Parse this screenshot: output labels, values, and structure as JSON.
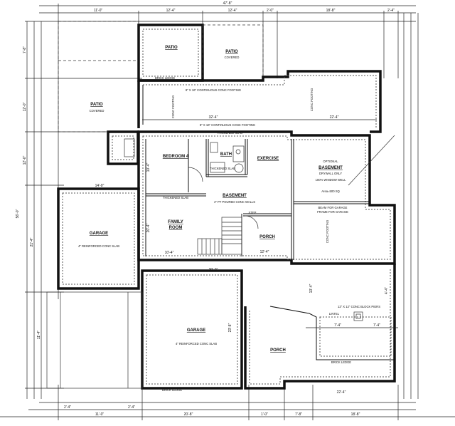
{
  "rooms": {
    "patio_top": "PATIO",
    "patio_top2": "PATIO",
    "patio_top2_sub": "COVERED",
    "patio_left": "PATIO",
    "patio_left_sub": "COVERED",
    "bedroom": "BEDROOM 4",
    "bath": "BATH",
    "exercise": "EXERCISE",
    "basement_opt": "OPTIONAL",
    "basement_opt_title": "BASEMENT",
    "basement_opt_note1": "DRYWALL ONLY",
    "basement_opt_note2": "100% WINDOW WELL",
    "basement_opt_note3": "Area=500 SQ",
    "basement": "BASEMENT",
    "basement_note": "4\" PT POURED CONC WALLS",
    "family": "FAMILY",
    "family2": "ROOM",
    "porch_small": "PORCH",
    "garage_left": "GARAGE",
    "garage_left_note": "4\" REINFORCED CONC SLAB",
    "garage_main": "GARAGE",
    "garage_main_note": "4\" REINFORCED CONC SLAB",
    "porch_main": "PORCH",
    "block_piers": "12\" X 12\" CONC BLOCK PIERS",
    "lintel": "LINTEL"
  },
  "notes": {
    "brick_ledge_top": "BRICK LEDGE",
    "continuous_footing_top": "8\" X 16\" CONTINUOUS CONC FOOTING",
    "continuous_footing_mid": "8\" X 16\" CONTINUOUS CONC FOOTING",
    "thickened_slab": "THICKENED SLAB",
    "thickened_slab2": "THICKENED SLAB",
    "thickened_slab3": "THICKENED SLAB",
    "step": "STEP",
    "beam": "BEAM FOR GARAGE",
    "beam2": "FRAME FOR GARAGE",
    "brick_ledge_bottom": "BRICK LEDGE",
    "brick_ledge_right": "BRICK LEDGE",
    "footing_vert1": "CONC FOOTING",
    "footing_vert2": "CONC FOOTING",
    "footing_vert3": "CONC FOOTING"
  },
  "dims_top": [
    "47'-8\"",
    "11'-0\"",
    "12'-4\"",
    "12'-4\"",
    "2'-0\"",
    "18'-8\"",
    "2'-4\""
  ],
  "dims_bottom": [
    "11'-0\"",
    "20'-8\"",
    "1'-0\"",
    "7'-8\"",
    "18'-8\"",
    "2'-4\"",
    "2'-4\""
  ],
  "dims_left": [
    "7'-8\"",
    "12'-0\"",
    "12'-0\"",
    "11'-4\"",
    "21'-4\"",
    "56'-0\""
  ],
  "dims_inner": [
    "14'-0\"",
    "32'-4\"",
    "30'-0\"",
    "22'-4\"",
    "10'-4\"",
    "20'-4\"",
    "10'-4\"",
    "12'-4\"",
    "4'-4\"",
    "13'-4\"",
    "7'-4\"",
    "7'-4\"",
    "23'-8\"",
    "22'-4\""
  ]
}
